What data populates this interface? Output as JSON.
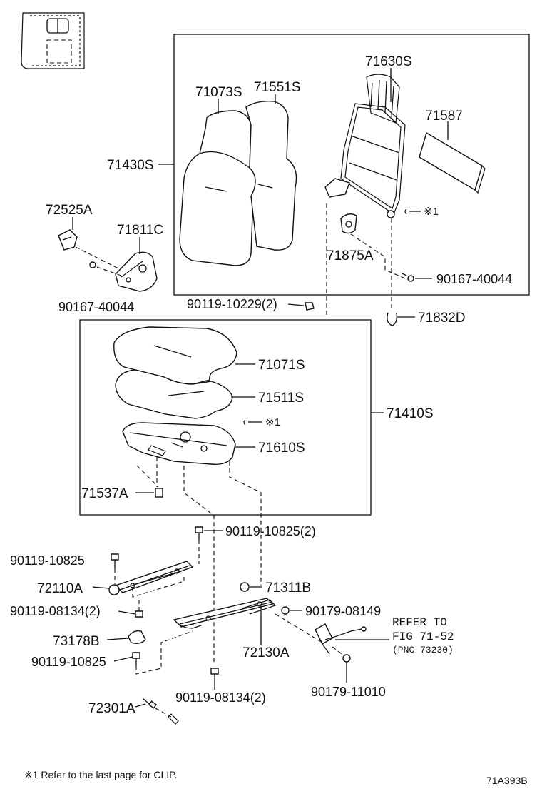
{
  "labels": {
    "p71630S": "71630S",
    "p71073S": "71073S",
    "p71551S": "71551S",
    "p71587": "71587",
    "p71430S": "71430S",
    "p72525A": "72525A",
    "p71811C": "71811C",
    "p71875A": "71875A",
    "p90167_right": "90167-40044",
    "p90167_left": "90167-40044",
    "p90119_10229": "90119-10229(2)",
    "p71832D": "71832D",
    "p71071S": "71071S",
    "p71511S": "71511S",
    "p71410S": "71410S",
    "p71610S": "71610S",
    "p71537A": "71537A",
    "p90119_10825_2": "90119-10825(2)",
    "p90119_10825_a": "90119-10825",
    "p72110A": "72110A",
    "p71311B": "71311B",
    "p90119_08134_a": "90119-08134(2)",
    "p90179_08149": "90179-08149",
    "p73178B": "73178B",
    "p72130A": "72130A",
    "p90119_10825_b": "90119-10825",
    "p90119_08134_b": "90119-08134(2)",
    "p90179_11010": "90179-11010",
    "p72301A": "72301A",
    "refer_line1": "REFER TO",
    "refer_line2": "FIG 71-52",
    "refer_line3": "(PNC 73230)",
    "clip_mark_back": "※1",
    "clip_mark_cushion": "※1"
  },
  "footer": {
    "note": "※1 Refer to the last page for CLIP.",
    "figure_id": "71A393B"
  }
}
